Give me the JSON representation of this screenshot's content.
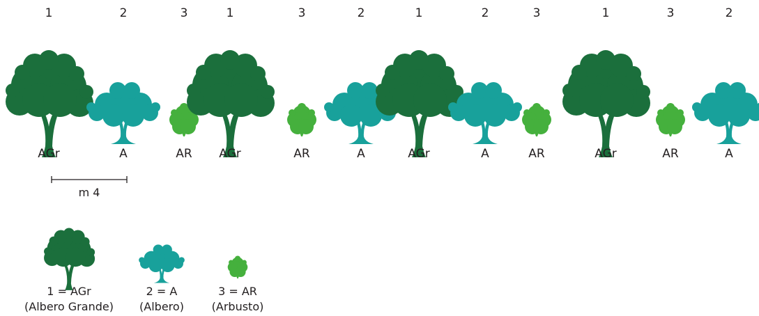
{
  "colors": {
    "large_tree": "#1b6f3c",
    "tree": "#18a19b",
    "shrub": "#45b03d",
    "text": "#231f20"
  },
  "sequence": [
    {
      "number": "1",
      "code": "AGr",
      "kind": "large"
    },
    {
      "number": "2",
      "code": "A",
      "kind": "tree"
    },
    {
      "number": "3",
      "code": "AR",
      "kind": "shrub"
    },
    {
      "number": "1",
      "code": "AGr",
      "kind": "large"
    },
    {
      "number": "3",
      "code": "AR",
      "kind": "shrub"
    },
    {
      "number": "2",
      "code": "A",
      "kind": "tree"
    },
    {
      "number": "1",
      "code": "AGr",
      "kind": "large"
    },
    {
      "number": "2",
      "code": "A",
      "kind": "tree"
    },
    {
      "number": "3",
      "code": "AR",
      "kind": "shrub"
    },
    {
      "number": "1",
      "code": "AGr",
      "kind": "large"
    },
    {
      "number": "3",
      "code": "AR",
      "kind": "shrub"
    },
    {
      "number": "2",
      "code": "A",
      "kind": "tree"
    }
  ],
  "scale_label": "m 4",
  "legend": [
    {
      "kind": "large",
      "line1": "1 = AGr",
      "line2": "(Albero Grande)"
    },
    {
      "kind": "tree",
      "line1": "2 = A",
      "line2": "(Albero)"
    },
    {
      "kind": "shrub",
      "line1": "3 = AR",
      "line2": "(Arbusto)"
    }
  ]
}
